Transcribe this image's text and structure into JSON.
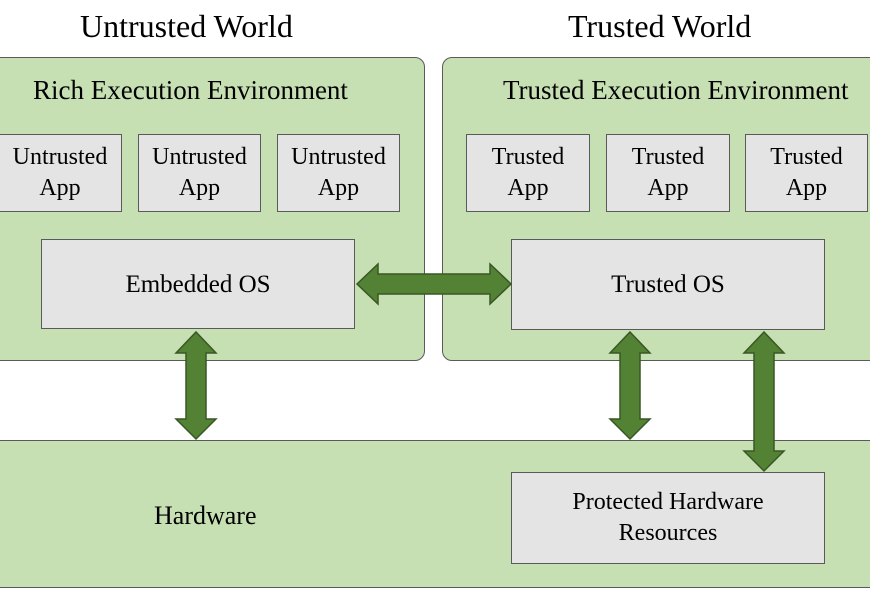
{
  "colors": {
    "panel_fill": "#c6e0b4",
    "box_fill": "#e4e4e4",
    "border": "#5a5a5a",
    "arrow_fill": "#548235",
    "arrow_stroke": "#385723"
  },
  "worlds": {
    "untrusted_title": "Untrusted World",
    "trusted_title": "Trusted World"
  },
  "rich_env": {
    "title": "Rich Execution Environment",
    "apps": [
      {
        "line1": "Untrusted",
        "line2": "App"
      },
      {
        "line1": "Untrusted",
        "line2": "App"
      },
      {
        "line1": "Untrusted",
        "line2": "App"
      }
    ],
    "os_label": "Embedded OS"
  },
  "trusted_env": {
    "title": "Trusted Execution Environment",
    "apps": [
      {
        "line1": "Trusted",
        "line2": "App"
      },
      {
        "line1": "Trusted",
        "line2": "App"
      },
      {
        "line1": "Trusted",
        "line2": "App"
      }
    ],
    "os_label": "Trusted OS"
  },
  "hardware": {
    "label": "Hardware",
    "protected": {
      "line1": "Protected Hardware",
      "line2": "Resources"
    }
  }
}
